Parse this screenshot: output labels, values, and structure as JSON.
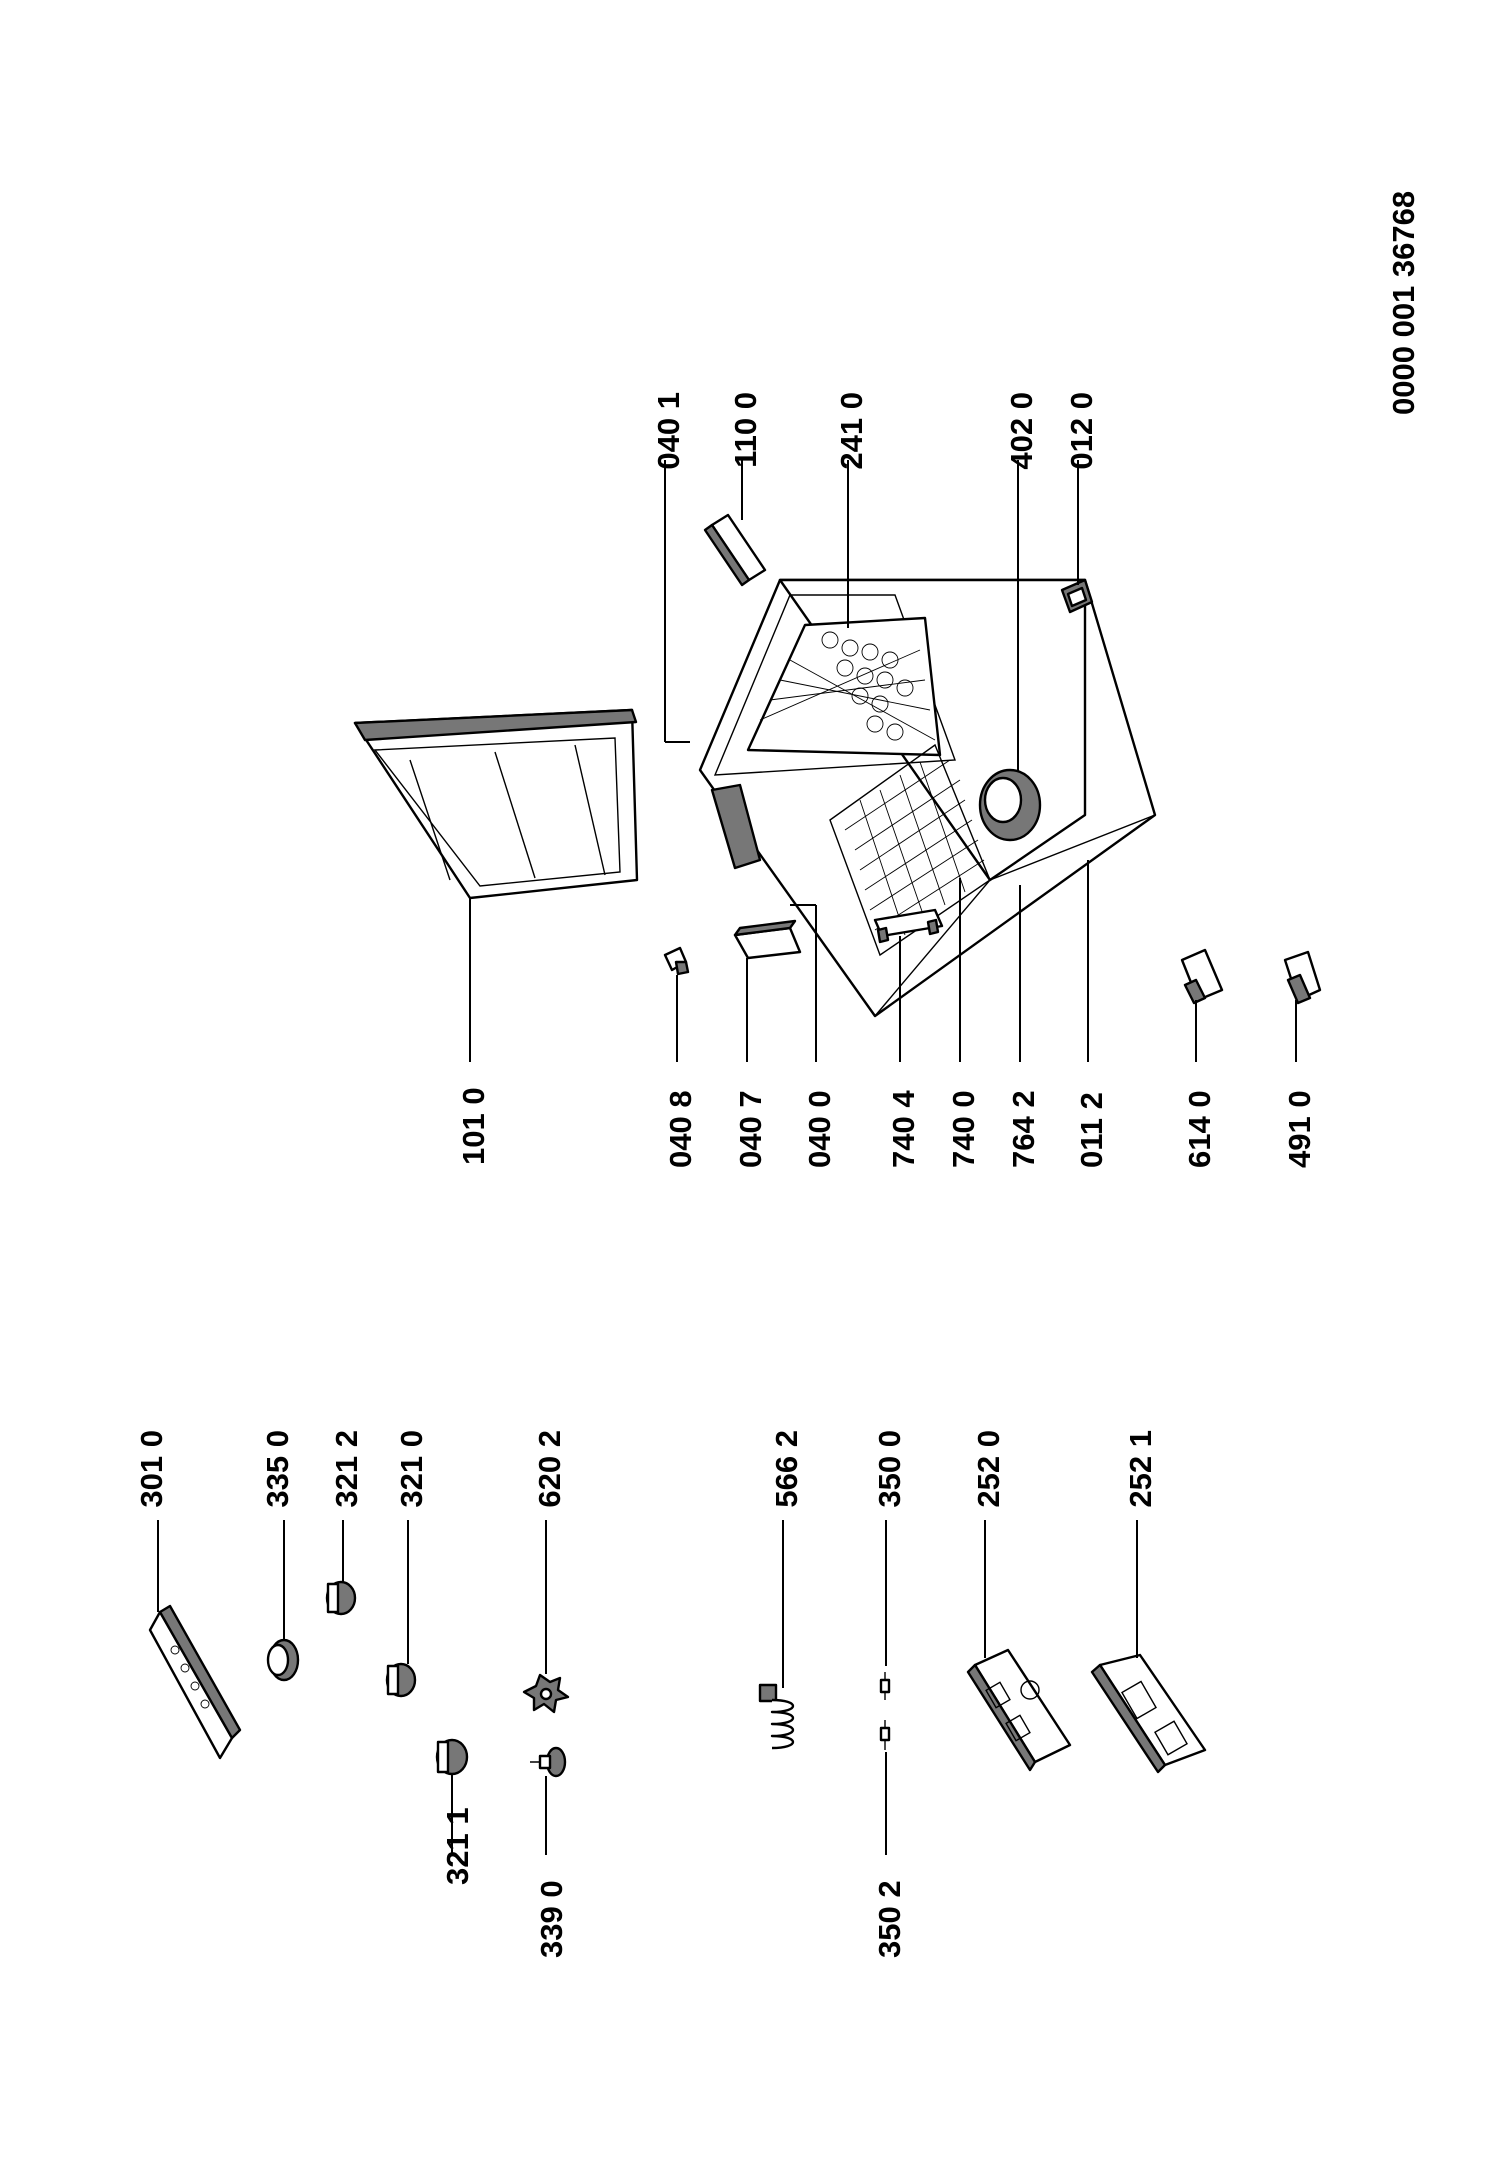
{
  "document_code": "0000 001 36768",
  "callouts": [
    {
      "id": "c-3010",
      "label": "301 0"
    },
    {
      "id": "c-3350",
      "label": "335 0"
    },
    {
      "id": "c-3212",
      "label": "321 2"
    },
    {
      "id": "c-3210",
      "label": "321 0"
    },
    {
      "id": "c-6202",
      "label": "620 2"
    },
    {
      "id": "c-3211",
      "label": "321 1"
    },
    {
      "id": "c-3390",
      "label": "339 0"
    },
    {
      "id": "c-5662",
      "label": "566 2"
    },
    {
      "id": "c-3500",
      "label": "350 0"
    },
    {
      "id": "c-2520",
      "label": "252 0"
    },
    {
      "id": "c-2521",
      "label": "252 1"
    },
    {
      "id": "c-3502",
      "label": "350 2"
    },
    {
      "id": "c-1010",
      "label": "101 0"
    },
    {
      "id": "c-0408",
      "label": "040 8"
    },
    {
      "id": "c-0407",
      "label": "040 7"
    },
    {
      "id": "c-0400",
      "label": "040 0"
    },
    {
      "id": "c-7404",
      "label": "740 4"
    },
    {
      "id": "c-7400",
      "label": "740 0"
    },
    {
      "id": "c-7642",
      "label": "764 2"
    },
    {
      "id": "c-0112",
      "label": "011 2"
    },
    {
      "id": "c-6140",
      "label": "614 0"
    },
    {
      "id": "c-4910",
      "label": "491 0"
    },
    {
      "id": "c-0401",
      "label": "040 1"
    },
    {
      "id": "c-1100",
      "label": "110 0"
    },
    {
      "id": "c-2410",
      "label": "241 0"
    },
    {
      "id": "c-4020",
      "label": "402 0"
    },
    {
      "id": "c-0120",
      "label": "012 0"
    }
  ]
}
